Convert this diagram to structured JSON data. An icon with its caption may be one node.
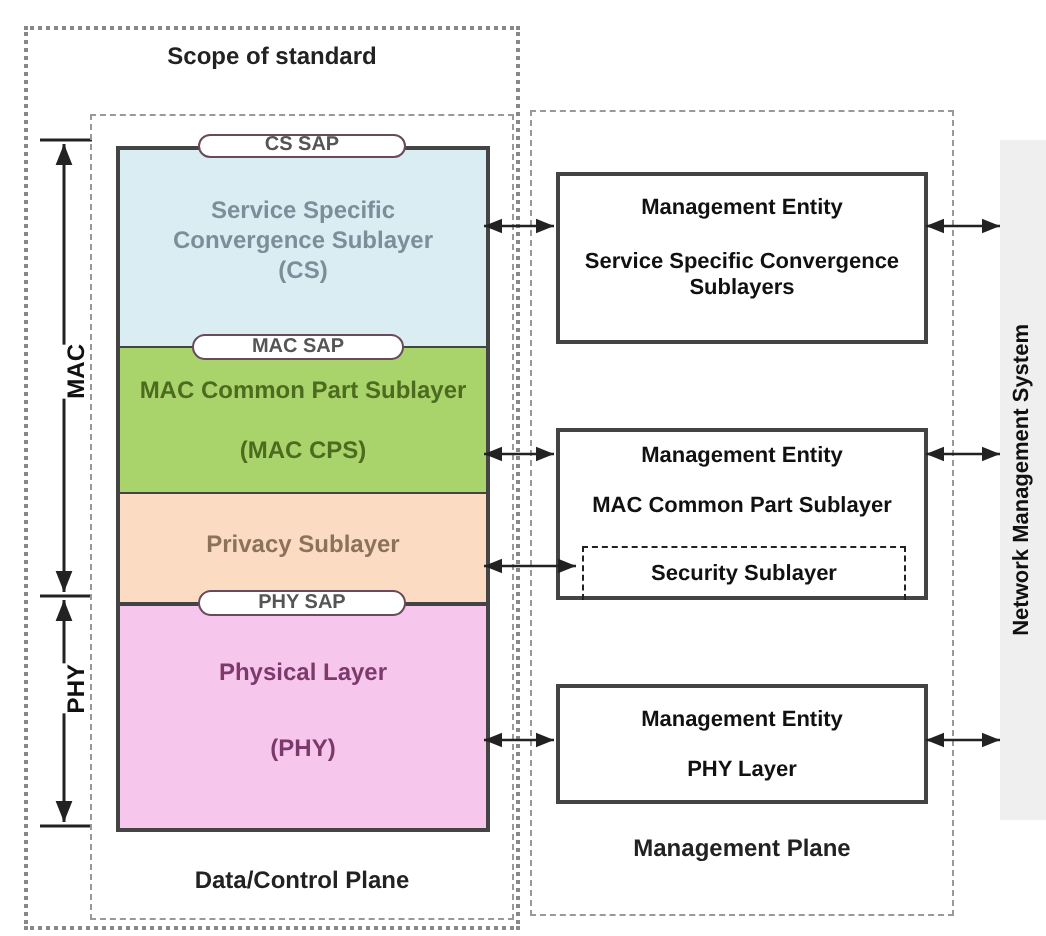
{
  "diagram": {
    "nodes": [
      {
        "text": [
          "Scope of standard"
        ]
      },
      {
        "text": [
          "Data/Control Plane"
        ],
        "in": 0
      },
      {
        "text": [
          "Service Specific Convergence Sublayer (CS)"
        ],
        "in": 1
      },
      {
        "text": [
          "MAC Common Part Sublayer",
          "(MAC CPS)"
        ],
        "in": 1
      },
      {
        "text": [
          "Privacy Sublayer"
        ],
        "in": 1
      },
      {
        "text": [
          "Physical Layer",
          "(PHY)"
        ],
        "in": 1
      },
      {
        "text": [
          "CS SAP"
        ],
        "in": 1
      },
      {
        "text": [
          "MAC SAP"
        ],
        "in": 1
      },
      {
        "text": [
          "PHY SAP"
        ],
        "in": 1
      },
      {
        "text": [
          "Management Plane"
        ]
      },
      {
        "text": [
          "Management Entity",
          "Service Specific Convergence Sublayers"
        ],
        "in": 9
      },
      {
        "text": [
          "Management Entity",
          "MAC Common Part Sublayer"
        ],
        "in": 9
      },
      {
        "text": [
          "Security Sublayer"
        ],
        "in": 11
      },
      {
        "text": [
          "Management Entity",
          "PHY Layer"
        ],
        "in": 9
      },
      {
        "text": [
          "Network Management System"
        ]
      }
    ],
    "edges": [
      {
        "from": 2,
        "to": 10,
        "arrow": "both"
      },
      {
        "from": 3,
        "to": 11,
        "arrow": "both"
      },
      {
        "from": 4,
        "to": 12,
        "arrow": "both"
      },
      {
        "from": 5,
        "to": 13,
        "arrow": "both"
      },
      {
        "from": 10,
        "to": 14,
        "arrow": "both"
      },
      {
        "from": 11,
        "to": 14,
        "arrow": "both"
      },
      {
        "from": 13,
        "to": 14,
        "arrow": "both"
      }
    ],
    "labels": [
      "MAC",
      "PHY"
    ]
  }
}
